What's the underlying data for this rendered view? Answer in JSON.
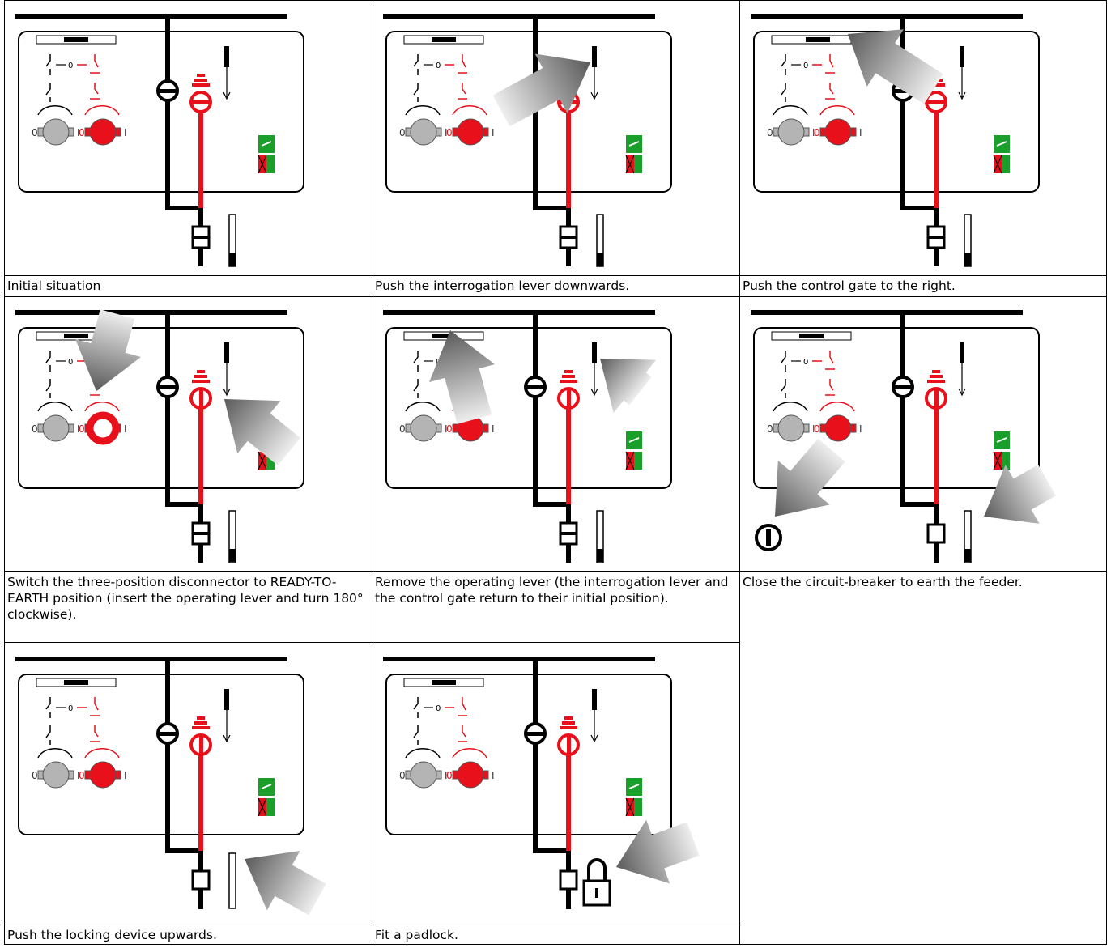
{
  "steps": [
    {
      "caption": "Initial situation"
    },
    {
      "caption": "Push the interrogation lever downwards."
    },
    {
      "caption": "Push the control gate to the right."
    },
    {
      "caption": "Switch the three-position disconnector to READY-TO-EARTH position (insert the operating lever and turn 180° clockwise)."
    },
    {
      "caption": "Remove the operating lever (the interrogation lever and the control gate return to their initial position)."
    },
    {
      "caption": "Close the circuit-breaker to earth the feeder."
    },
    {
      "caption": "Push the locking device upwards."
    },
    {
      "caption": "Fit a padlock."
    }
  ],
  "diagram": {
    "label_0": "0",
    "label_I": "I"
  },
  "colors": {
    "red": "#e8101a",
    "green": "#1aa02a",
    "black": "#000000",
    "arrow_dark": "#5a5a5a",
    "arrow_light": "#eeeeee",
    "knob_grey": "#b4b4b4"
  }
}
